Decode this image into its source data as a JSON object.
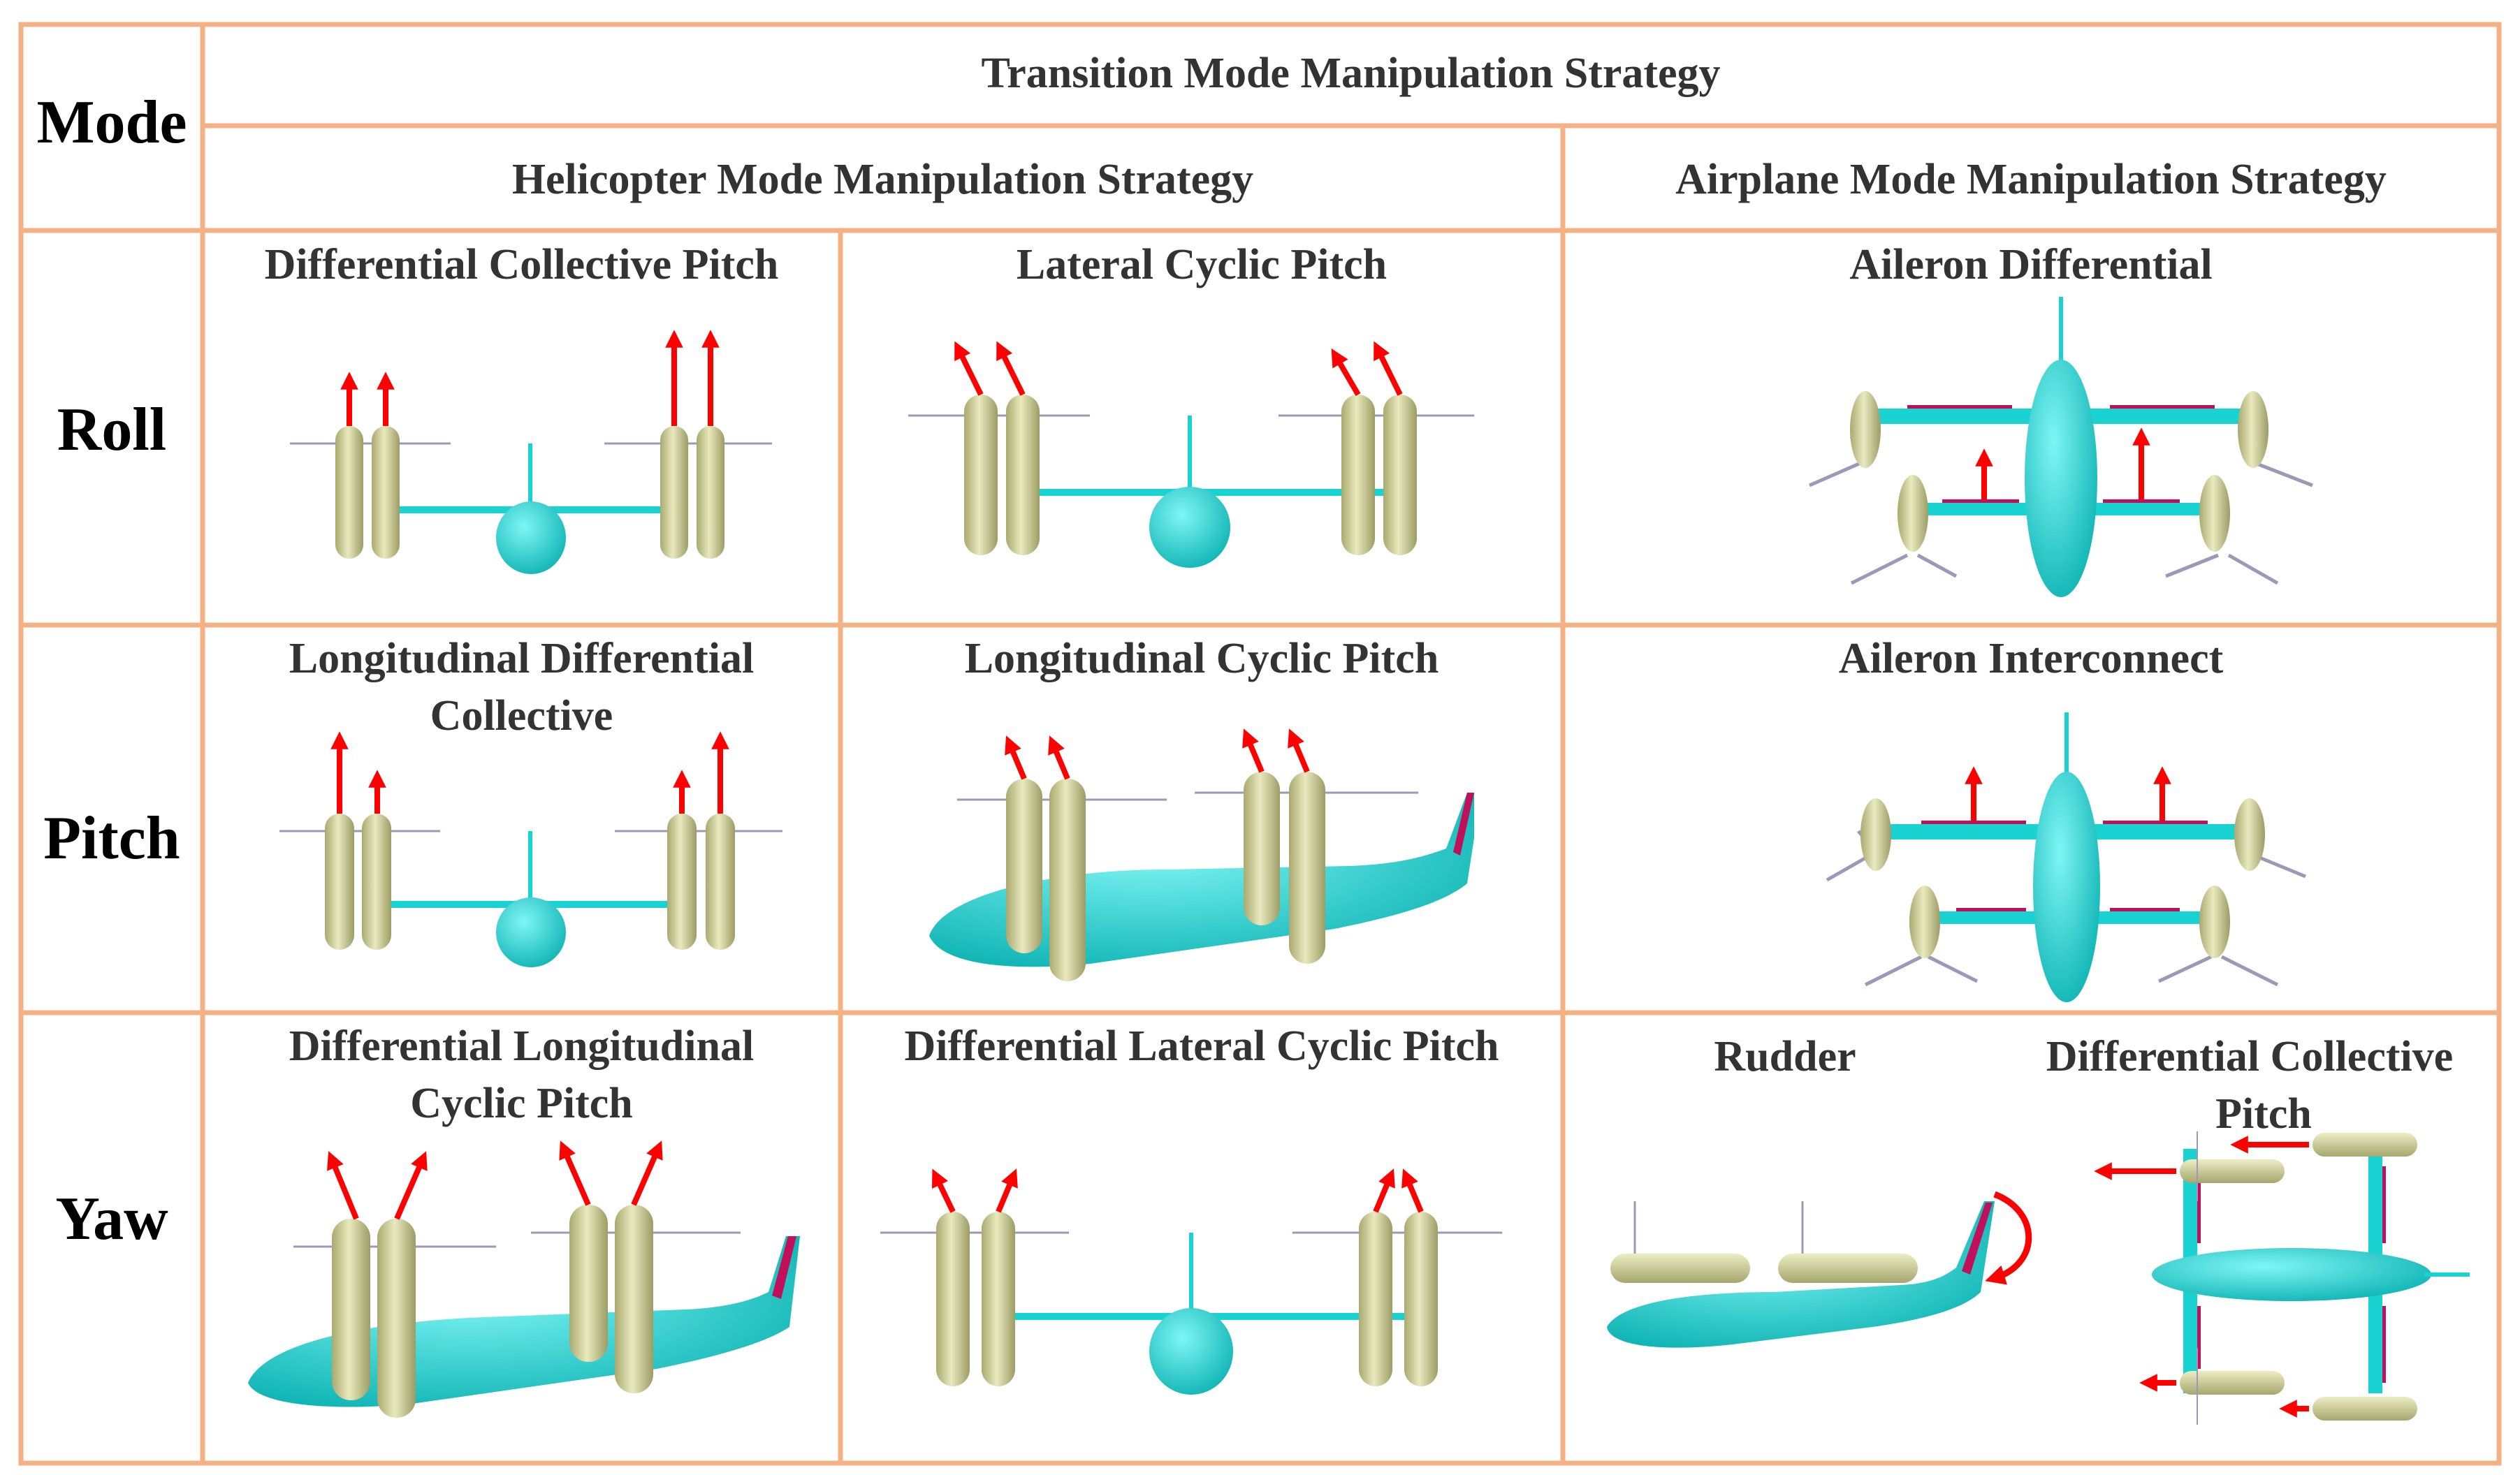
{
  "table": {
    "corner_label": "Mode",
    "transition_header": "Transition Mode Manipulation  Strategy",
    "helicopter_header": "Helicopter Mode Manipulation  Strategy",
    "airplane_header": "Airplane Mode Manipulation  Strategy",
    "rows": [
      {
        "mode": "Roll"
      },
      {
        "mode": "Pitch"
      },
      {
        "mode": "Yaw"
      }
    ],
    "captions": {
      "roll_col1": "Differential Collective Pitch",
      "roll_col2": "Lateral Cyclic Pitch",
      "roll_col3": "Aileron Differential",
      "pitch_col1_line1": "Longitudinal Differential",
      "pitch_col1_line2": "Collective",
      "pitch_col2": "Longitudinal Cyclic Pitch",
      "pitch_col3": "Aileron Interconnect",
      "yaw_col1_line1": "Differential Longitudinal",
      "yaw_col1_line2": "Cyclic Pitch",
      "yaw_col2": "Differential Lateral Cyclic Pitch",
      "yaw_col3a": "Rudder",
      "yaw_col3b_line1": "Differential Collective",
      "yaw_col3b_line2": "Pitch"
    }
  },
  "colors": {
    "grid": "#F4B183",
    "fuselage": "#19D3D3",
    "nacelle": "#D8D8A0",
    "arrow": "#FF0000",
    "control_surface": "#C0105A",
    "rotor": "#8888AA"
  }
}
